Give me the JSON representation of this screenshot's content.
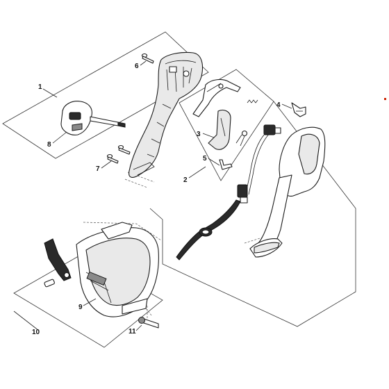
{
  "diagram": {
    "callouts": [
      {
        "id": "c1",
        "label": "1"
      },
      {
        "id": "c2",
        "label": "2"
      },
      {
        "id": "c3",
        "label": "3"
      },
      {
        "id": "c4",
        "label": "4"
      },
      {
        "id": "c5",
        "label": "5"
      },
      {
        "id": "c6",
        "label": "6"
      },
      {
        "id": "c7",
        "label": "7"
      },
      {
        "id": "c8",
        "label": "8"
      },
      {
        "id": "c9",
        "label": "9"
      },
      {
        "id": "c10",
        "label": "10"
      },
      {
        "id": "c11",
        "label": "11"
      }
    ],
    "colors": {
      "line": "#1a1a1a",
      "part_fill": "#ffffff",
      "shade": "#e9e9e9",
      "dark_part": "#2a2a2a",
      "marker": "#cc2200"
    }
  }
}
